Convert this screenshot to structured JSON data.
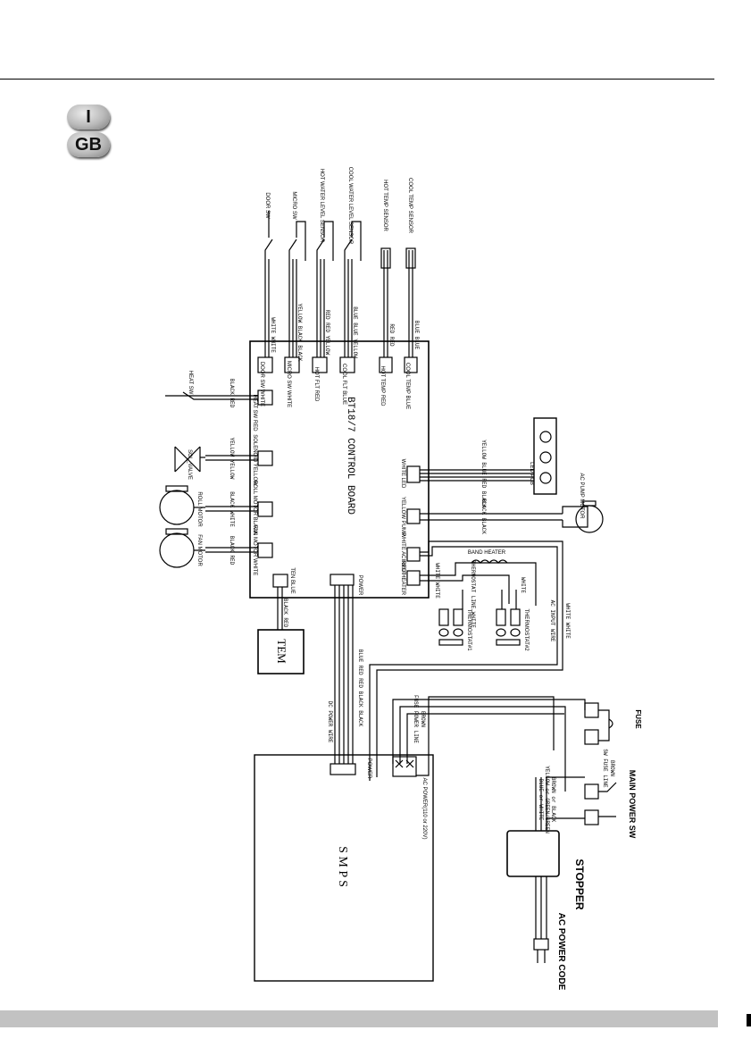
{
  "badges": {
    "i": "I",
    "gb": "GB"
  },
  "board": {
    "title": "BT18/7 CONTROL BOARD"
  },
  "smps": {
    "title": "S M P S",
    "power_input": "AC POWER(110 or 220V)",
    "power_label": "POWER"
  },
  "tem": {
    "label": "TEM"
  },
  "stopper": {
    "label": "STOPPER"
  },
  "fuse": {
    "label": "FUSE"
  },
  "main_power_sw": {
    "label": "MAIN POWER SW"
  },
  "ac_power_code": {
    "label": "AC POWER CODE"
  },
  "sensors": [
    {
      "name": "DOOR SW",
      "wires": "WHITE WHITE",
      "connector": "DOOR SW WHITE"
    },
    {
      "name": "MICRO SW",
      "wires": "YELLOW BLACK BLACK",
      "connector": "MICRO SW WHITE"
    },
    {
      "name": "HOT WATER LEVEL SENSOR",
      "wires": "RED RED YELLOW",
      "connector": "HOT FLT RED"
    },
    {
      "name": "COOL WATER LEVEL SENSOR",
      "wires": "BLUE BLUE YELLOW",
      "connector": "COOL FLT BLUE"
    },
    {
      "name": "HOT TEMP SENSOR",
      "wires": "RED RED",
      "connector": "HOT TEMP RED"
    },
    {
      "name": "COOL TEMP SENSOR",
      "wires": "BLUE BLUE",
      "connector": "COOL TEMP BLUE"
    }
  ],
  "left_side": [
    {
      "name": "HEAT SW",
      "wires": "BLACK RED",
      "connector": "HEAT SW RED"
    },
    {
      "name": "SOL_VALVE",
      "wires": "YELLOW YELLOW",
      "connector": "SOLENOID YELLOW"
    },
    {
      "name": "ROLL MOTOR",
      "wires": "BLACK WHITE",
      "connector": "ROLL MOTOR BLACK"
    },
    {
      "name": "FAN MOTOR",
      "wires": "BLACK RED",
      "connector": "FAN MOTOR WHITE"
    }
  ],
  "tem_connector": {
    "label": "TEN BLUE",
    "wires": "BLACK RED"
  },
  "power_connector": {
    "label": "POWER"
  },
  "dc_power_wire": {
    "title": "DC POWER WIRE",
    "wires": "BLUE RED RED BLACK BLACK"
  },
  "right_side": {
    "led": {
      "connector": "WHITE LED",
      "wires": "YELLOW BLUE RED BLACK",
      "module": "LED PCB"
    },
    "pump": {
      "connector": "YELLOW PUMP",
      "wires": "BLACK BLACK",
      "motor": "AC PUMP MOTOR"
    },
    "acinput": {
      "connector": "WHITE ACINPUT"
    },
    "heater": {
      "connector": "RED HEATER",
      "wires": "WHITE WHITE",
      "band": "BAND HEATER",
      "thermostat_wires": "THERMOSTAT LINE WHITE",
      "t1": "THERMOSTAT#1",
      "t2": "THERMOSTAT#2",
      "white": "WHITE"
    },
    "ac_input_wire": {
      "title": "AC INPUT WIRE",
      "wires": "WHITE WHITE"
    }
  },
  "fuse_power_line": {
    "title": "FUSE POWER LINE",
    "color": "BROWN"
  },
  "sw_fuse_line": {
    "title": "SW FUSE LINE",
    "color": "BROWN"
  },
  "ac_cord_wires": [
    "BLUE or WHITE",
    "YELLOW or GREEN/GREEN",
    "BROWN or BLACK"
  ]
}
